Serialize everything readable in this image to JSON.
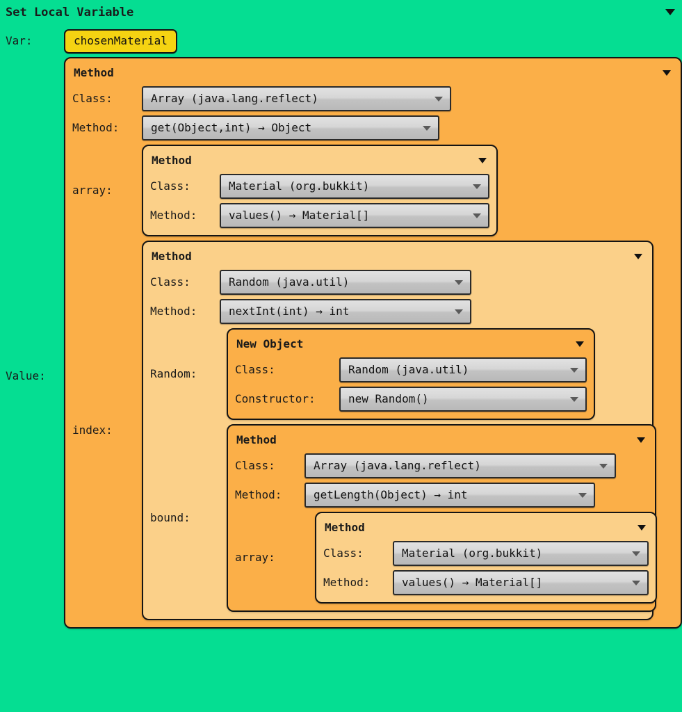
{
  "root": {
    "title": "Set Local Variable",
    "collapse_icon": "triangle-down-icon",
    "var_label": "Var:",
    "var_value": "chosenMaterial",
    "value_label": "Value:"
  },
  "colors": {
    "background_green": "#05DE92",
    "panel_orange_dark": "#FBAF48",
    "panel_orange_light": "#FBD089",
    "text_field_yellow": "#F5D312",
    "combo_gray": "#D6D6D6",
    "outline_black": "#141414"
  },
  "labels": {
    "class": "Class:",
    "method": "Method:",
    "constructor": "Constructor:",
    "array": "array:",
    "index": "index:",
    "bound": "bound:",
    "random": "Random:"
  },
  "panels": {
    "outer_method": {
      "header": "Method",
      "class_value": "Array (java.lang.reflect)",
      "method_value": "get(Object,int) → Object"
    },
    "array_method": {
      "header": "Method",
      "class_value": "Material (org.bukkit)",
      "method_value": "values() → Material[]"
    },
    "index_method": {
      "header": "Method",
      "class_value": "Random (java.util)",
      "method_value": "nextInt(int) → int"
    },
    "random_new_object": {
      "header": "New Object",
      "class_value": "Random (java.util)",
      "constructor_value": "new Random()"
    },
    "bound_method": {
      "header": "Method",
      "class_value": "Array (java.lang.reflect)",
      "method_value": "getLength(Object) → int"
    },
    "bound_array_method": {
      "header": "Method",
      "class_value": "Material (org.bukkit)",
      "method_value": "values() → Material[]"
    }
  }
}
